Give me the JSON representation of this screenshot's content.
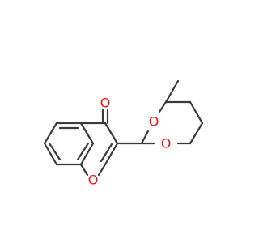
{
  "molecule": {
    "atom_labels": {
      "carbonyl_oxygen": "O",
      "pyranone_oxygen": "O",
      "dioxane_oxygen_upper": "O",
      "dioxane_oxygen_lower": "O"
    },
    "colors": {
      "bond": "#3b3b3b",
      "oxygen": "#ff0d0d",
      "background": "#ffffff"
    }
  }
}
